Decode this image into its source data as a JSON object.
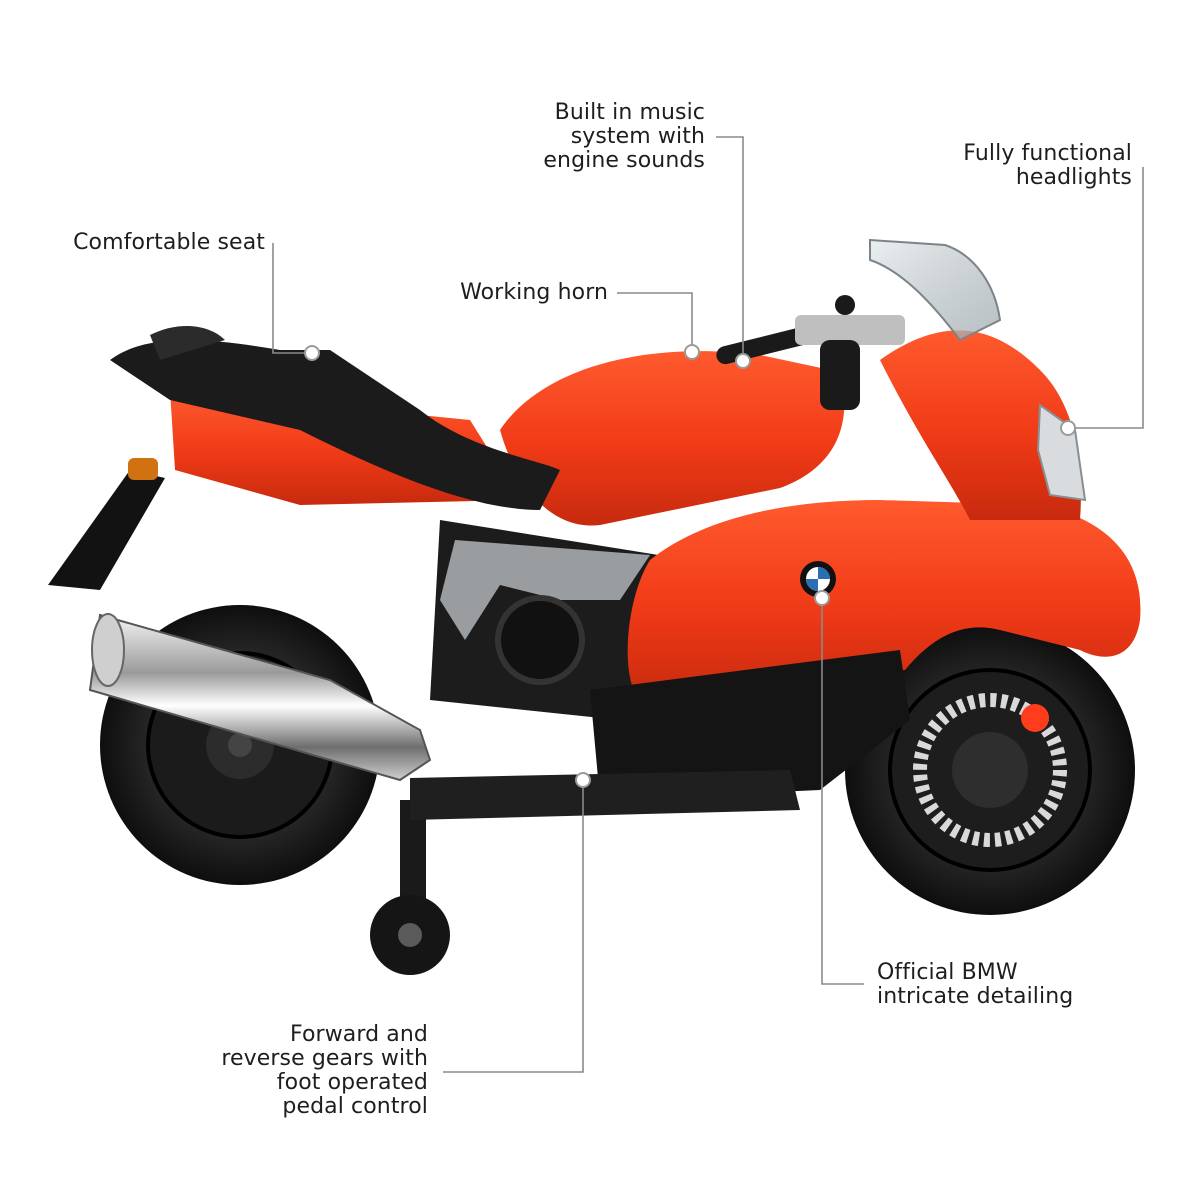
{
  "callouts": {
    "seat": "Comfortable seat",
    "horn": "Working horn",
    "music": "Built in music\nsystem with\nengine sounds",
    "headlights": "Fully functional\nheadlights",
    "bmw": "Official BMW\nintricate detailing",
    "gears": "Forward and\nreverse gears with\nfoot operated\npedal control"
  },
  "colors": {
    "body_red": "#f03a17",
    "body_red_dark": "#c72a0e",
    "black": "#151515",
    "grey": "#9a9da0",
    "chrome": "#d8d8d8",
    "line": "#8a8a8a"
  }
}
